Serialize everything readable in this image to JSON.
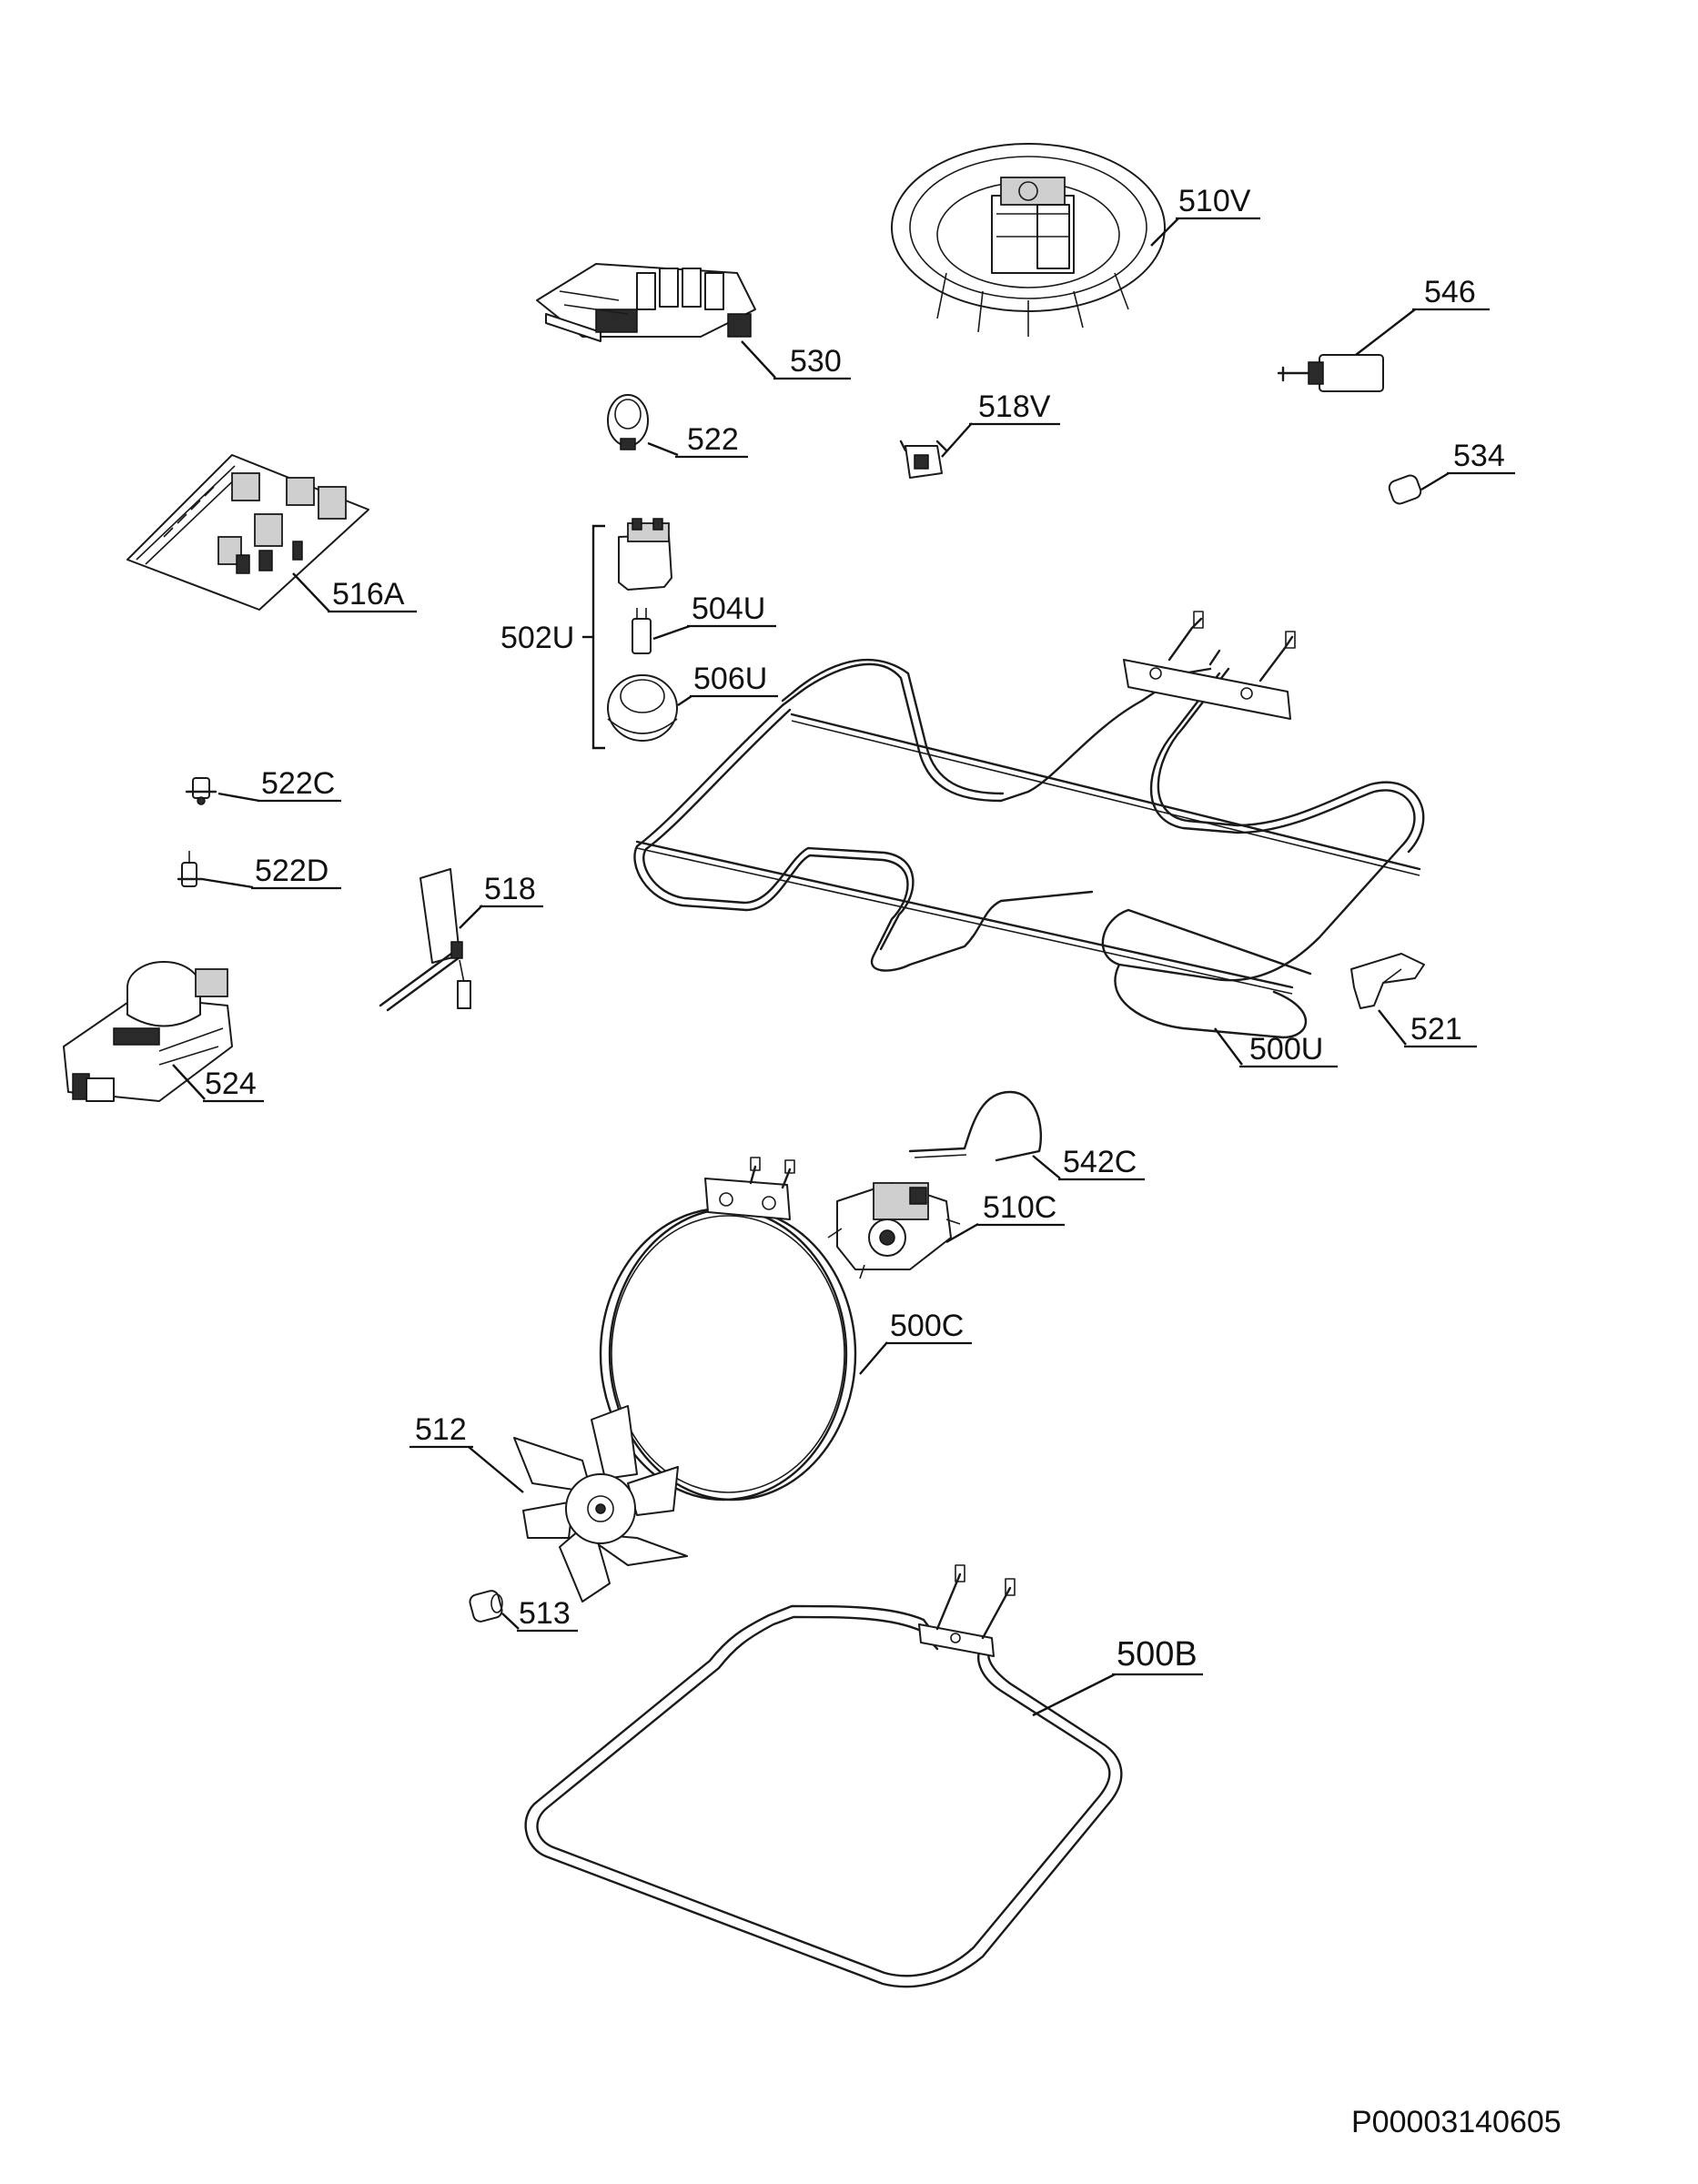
{
  "document_code": "P00003140605",
  "parts": [
    {
      "id": "510v",
      "label": "510V"
    },
    {
      "id": "530",
      "label": "530"
    },
    {
      "id": "546",
      "label": "546"
    },
    {
      "id": "522",
      "label": "522"
    },
    {
      "id": "518v",
      "label": "518V"
    },
    {
      "id": "534",
      "label": "534"
    },
    {
      "id": "516a",
      "label": "516A"
    },
    {
      "id": "502u",
      "label": "502U"
    },
    {
      "id": "504u",
      "label": "504U"
    },
    {
      "id": "506u",
      "label": "506U"
    },
    {
      "id": "522c",
      "label": "522C"
    },
    {
      "id": "522d",
      "label": "522D"
    },
    {
      "id": "518",
      "label": "518"
    },
    {
      "id": "524",
      "label": "524"
    },
    {
      "id": "521",
      "label": "521"
    },
    {
      "id": "500u",
      "label": "500U"
    },
    {
      "id": "542c",
      "label": "542C"
    },
    {
      "id": "510c",
      "label": "510C"
    },
    {
      "id": "500c",
      "label": "500C"
    },
    {
      "id": "512",
      "label": "512"
    },
    {
      "id": "513",
      "label": "513"
    },
    {
      "id": "500b",
      "label": "500B"
    }
  ]
}
